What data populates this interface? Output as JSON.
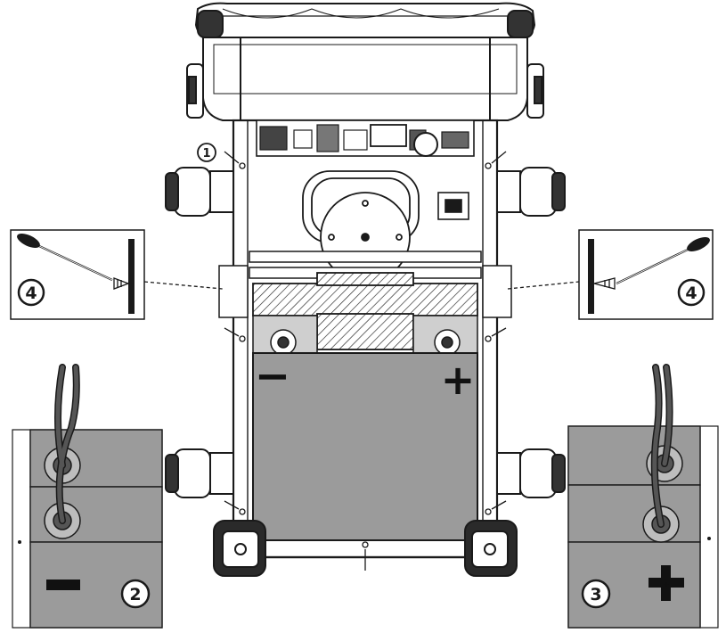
{
  "callouts": {
    "one": "1",
    "two": "2",
    "three": "3",
    "four_left": "4",
    "four_right": "4"
  },
  "terminals": {
    "negative": "−",
    "positive": "+"
  },
  "inset_signs": {
    "negative": "−",
    "positive": "+"
  },
  "colors": {
    "line": "#1a1a1a",
    "battery_fill": "#9b9b9b",
    "cable": "#555555",
    "hatch": "#222222",
    "background": "#ffffff"
  },
  "icons": [
    "screwdriver-icon",
    "screw-icon"
  ]
}
